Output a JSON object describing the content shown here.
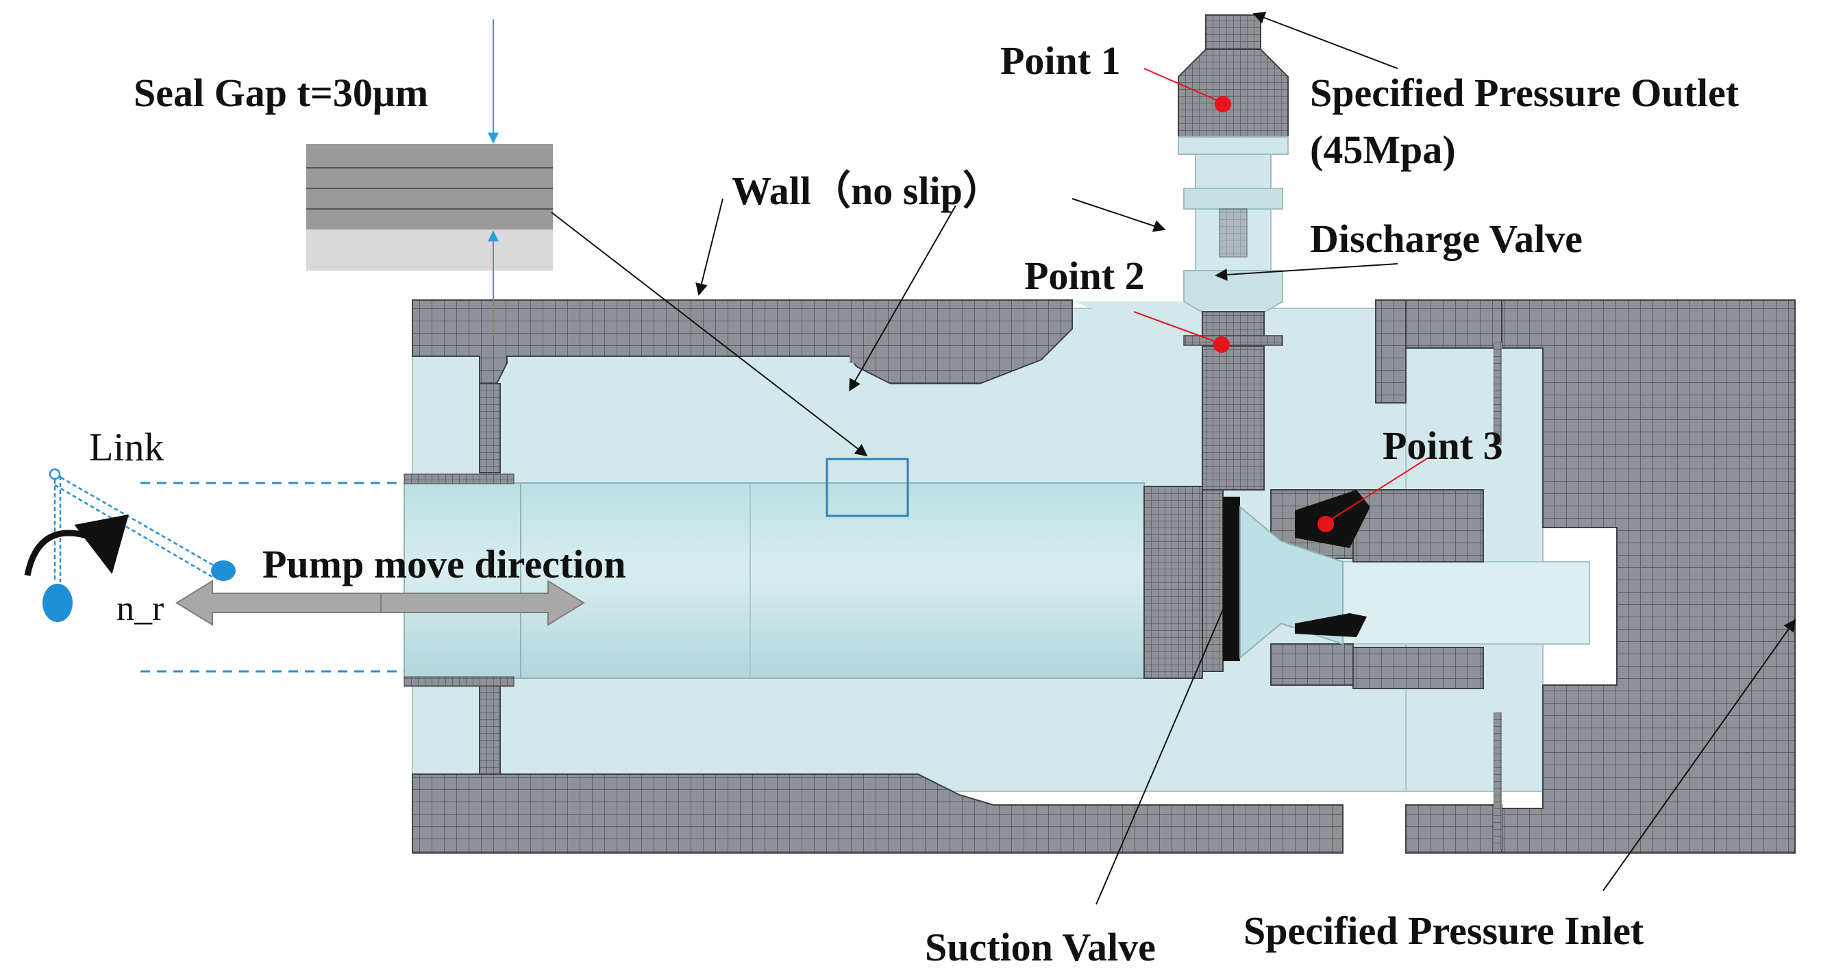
{
  "labels": {
    "seal_gap": "Seal Gap t=30μm",
    "wall": "Wall（no slip）",
    "link": "Link",
    "pump_move_direction": "Pump move direction",
    "n_r": "n_r",
    "point1": "Point 1",
    "point2": "Point 2",
    "point3": "Point 3",
    "outlet": "Specified Pressure Outlet",
    "outlet_pressure": "(45Mpa)",
    "discharge_valve": "Discharge  Valve",
    "suction_valve": "Suction  Valve",
    "inlet": "Specified Pressure Inlet"
  },
  "colors": {
    "mesh_fill": "#8e9296",
    "mesh_line": "#4a4e52",
    "fluid": "#d3e8ea",
    "fluid_edge": "#a9c6c9",
    "plunger": "#c9e3e5",
    "monitor_point": "#e8141c",
    "link_blue": "#1f8fd6",
    "seal_line": "#2aa0e0"
  },
  "icons": {
    "rotation": "rotation-arrow-icon",
    "double_arrow": "double-arrow-icon"
  }
}
